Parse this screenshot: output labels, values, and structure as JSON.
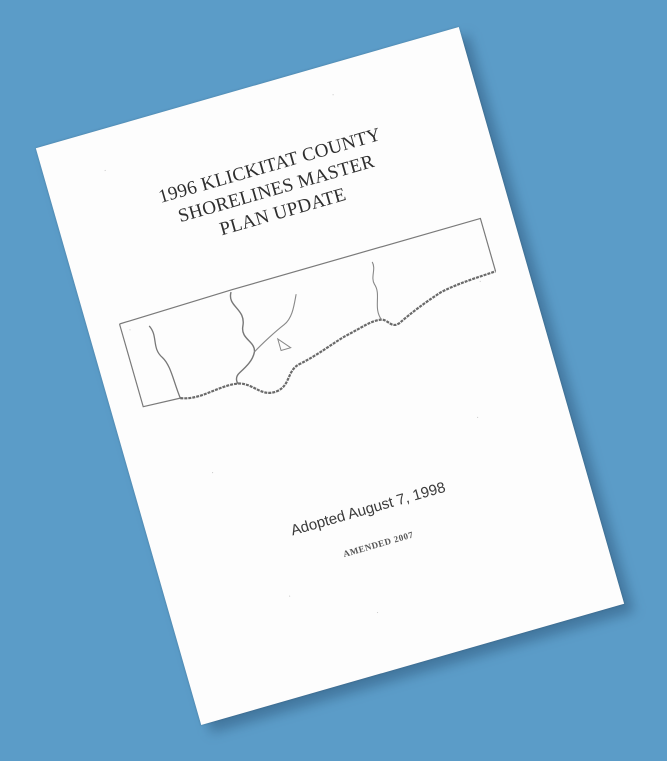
{
  "document": {
    "title_lines": [
      "1996 KLICKITAT COUNTY",
      "SHORELINES MASTER",
      "PLAN UPDATE"
    ],
    "adopted": "Adopted August 7, 1998",
    "amended": "AMENDED 2007"
  },
  "colors": {
    "background": "#5b9cc8",
    "paper": "#fdfdfd",
    "ink": "#2e2e2e"
  },
  "icons": {
    "map": "county-outline-map"
  }
}
